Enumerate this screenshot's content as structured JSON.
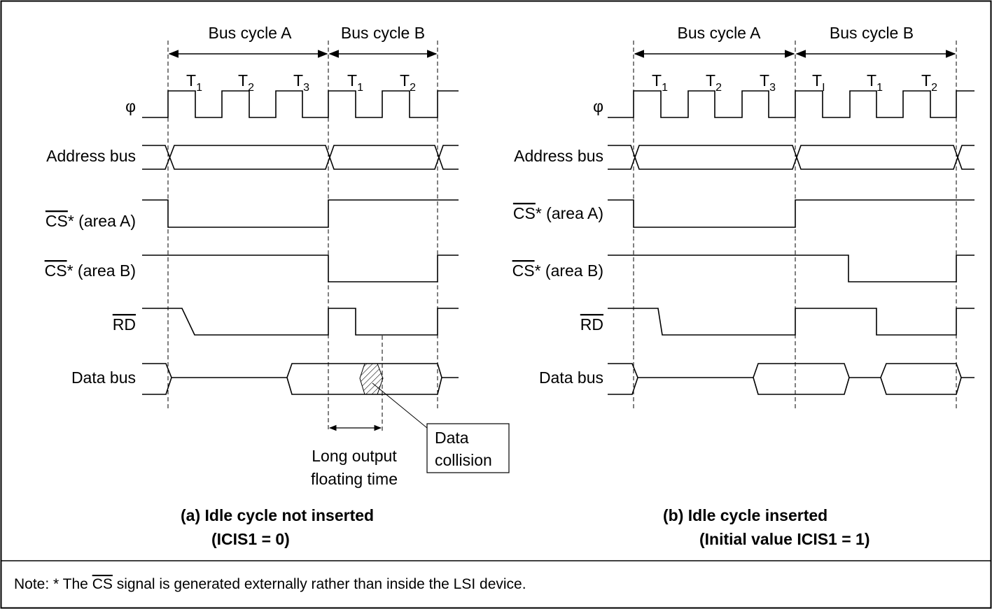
{
  "panels": [
    {
      "id": "a",
      "bus_cycle_a": "Bus cycle A",
      "bus_cycle_b": "Bus cycle B",
      "states": [
        {
          "t": "T",
          "sub": "1"
        },
        {
          "t": "T",
          "sub": "2"
        },
        {
          "t": "T",
          "sub": "3"
        },
        {
          "t": "T",
          "sub": "1"
        },
        {
          "t": "T",
          "sub": "2"
        }
      ],
      "signals": {
        "phi": "φ",
        "address_bus": "Address bus",
        "cs": "CS",
        "cs_a_suffix": "* (area A)",
        "cs_b_suffix": "* (area B)",
        "rd": "RD",
        "data_bus": "Data bus"
      },
      "annotations": {
        "long_output_1": "Long output",
        "long_output_2": "floating time",
        "collision_1": "Data",
        "collision_2": "collision"
      },
      "caption_1": "(a)  Idle cycle not inserted",
      "caption_2": "(ICIS1 = 0)"
    },
    {
      "id": "b",
      "bus_cycle_a": "Bus cycle A",
      "bus_cycle_b": "Bus cycle B",
      "states": [
        {
          "t": "T",
          "sub": "1"
        },
        {
          "t": "T",
          "sub": "2"
        },
        {
          "t": "T",
          "sub": "3"
        },
        {
          "t": "T",
          "sub": "I"
        },
        {
          "t": "T",
          "sub": "1"
        },
        {
          "t": "T",
          "sub": "2"
        }
      ],
      "signals": {
        "phi": "φ",
        "address_bus": "Address bus",
        "cs": "CS",
        "cs_a_suffix": "* (area A)",
        "cs_b_suffix": "* (area B)",
        "rd": "RD",
        "data_bus": "Data bus"
      },
      "caption_1": "(b)  Idle cycle inserted",
      "caption_2": "(Initial value ICIS1 = 1)"
    }
  ],
  "note": {
    "prefix": "Note:  *  The ",
    "cs": "CS",
    "suffix": " signal is generated externally rather than inside the LSI device."
  }
}
